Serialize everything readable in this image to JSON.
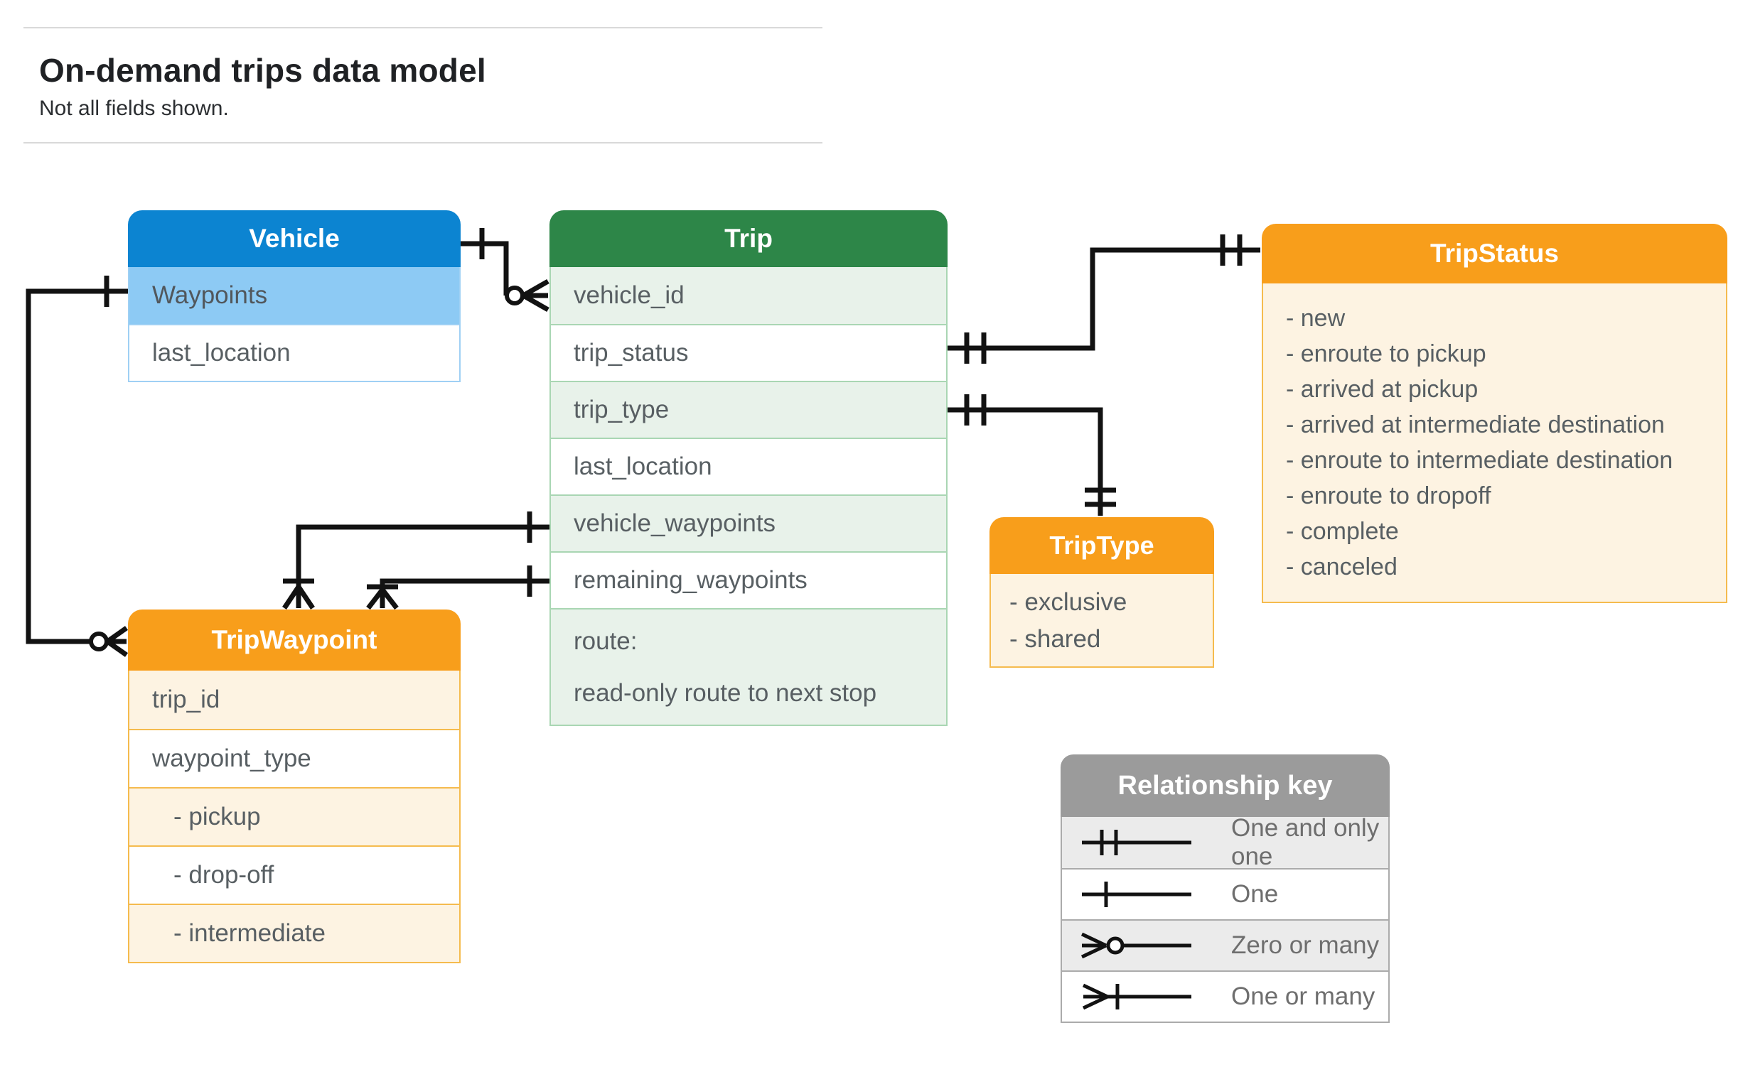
{
  "page": {
    "title": "On-demand trips data model",
    "subtitle": "Not all fields shown."
  },
  "entities": {
    "vehicle": {
      "title": "Vehicle",
      "fields": [
        "Waypoints",
        "last_location"
      ]
    },
    "trip": {
      "title": "Trip",
      "fields": [
        "vehicle_id",
        "trip_status",
        "trip_type",
        "last_location",
        "vehicle_waypoints",
        "remaining_waypoints"
      ],
      "route_field": {
        "line1": "route:",
        "line2": "read-only route to next stop"
      }
    },
    "trip_status": {
      "title": "TripStatus",
      "values": [
        "- new",
        "- enroute to pickup",
        "- arrived at pickup",
        "- arrived at intermediate destination",
        "- enroute to intermediate destination",
        "- enroute to dropoff",
        "- complete",
        "- canceled"
      ]
    },
    "trip_type": {
      "title": "TripType",
      "values": [
        "- exclusive",
        "- shared"
      ]
    },
    "trip_waypoint": {
      "title": "TripWaypoint",
      "fields": [
        "trip_id",
        "waypoint_type"
      ],
      "values": [
        "- pickup",
        "- drop-off",
        "- intermediate"
      ]
    }
  },
  "legend": {
    "title": "Relationship key",
    "rows": [
      {
        "symbol": "one-and-only-one",
        "label": "One and only one"
      },
      {
        "symbol": "one",
        "label": "One"
      },
      {
        "symbol": "zero-or-many",
        "label": "Zero or many"
      },
      {
        "symbol": "one-or-many",
        "label": "One or many"
      }
    ]
  },
  "colors": {
    "vehicle_header": "#0c84d1",
    "vehicle_highlight_row": "#8dcaf4",
    "trip_header": "#2d8648",
    "trip_row_tint": "#e8f2ea",
    "orange_header": "#f89e1b",
    "orange_row_tint": "#fdf3e2",
    "key_header": "#9b9b9b",
    "key_row_tint": "#ebebeb",
    "connector": "#121212",
    "field_text": "#585f63"
  }
}
